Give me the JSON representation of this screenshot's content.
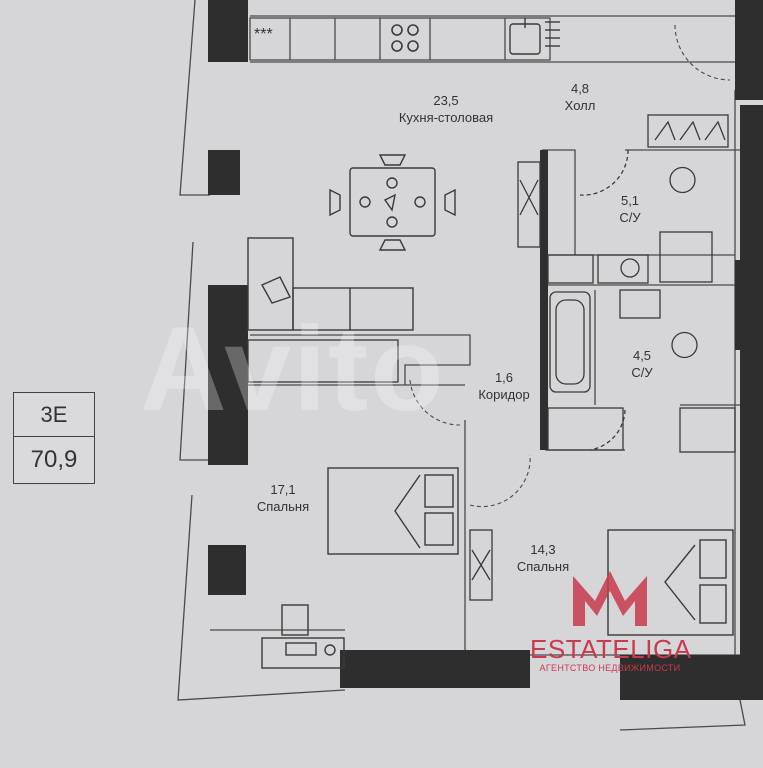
{
  "unit": {
    "code": "3E",
    "total_area": "70,9"
  },
  "rooms": [
    {
      "id": "kitchen",
      "area": "23,5",
      "name": "Кухня-столовая"
    },
    {
      "id": "hall",
      "area": "4,8",
      "name": "Холл"
    },
    {
      "id": "bathroom-1",
      "area": "5,1",
      "name": "С/У"
    },
    {
      "id": "bathroom-2",
      "area": "4,5",
      "name": "С/У"
    },
    {
      "id": "corridor",
      "area": "1,6",
      "name": "Коридор"
    },
    {
      "id": "bedroom-1",
      "area": "17,1",
      "name": "Спальня"
    },
    {
      "id": "bedroom-2",
      "area": "14,3",
      "name": "Спальня"
    }
  ],
  "watermark": "Avito",
  "brand": {
    "name": "ESTATELIGA",
    "tagline": "АГЕНТСТВО НЕДВИЖИМОСТИ"
  },
  "appliance_text": "***",
  "colors": {
    "wall": "#2e2e2e",
    "line": "#4a4a4a",
    "accent": "#c83a4e",
    "paper": "#d6d6d8"
  }
}
